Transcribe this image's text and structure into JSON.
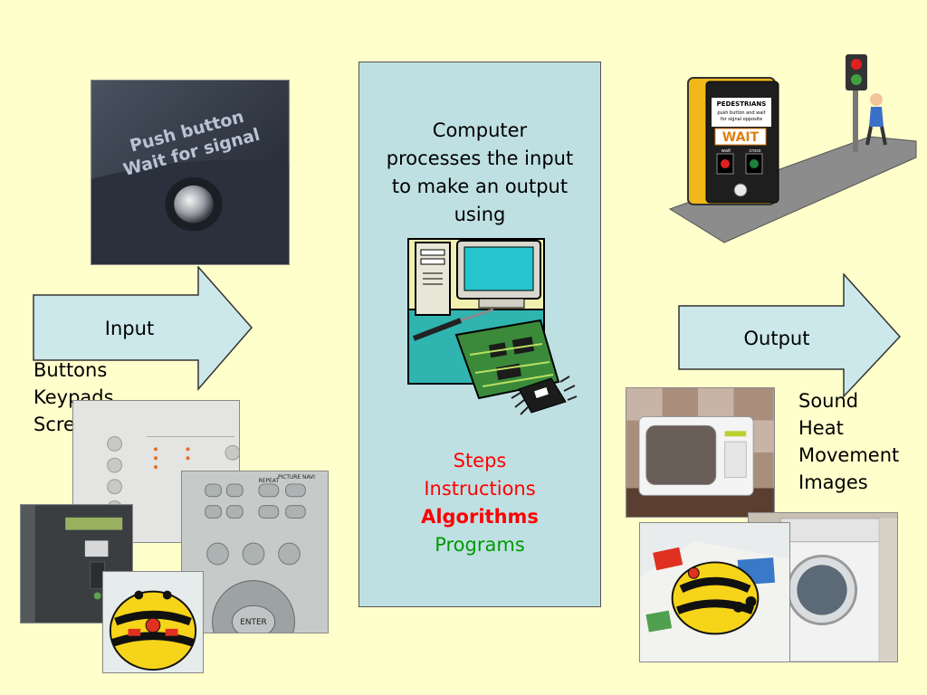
{
  "input": {
    "label": "Input",
    "examples": [
      "Buttons",
      "Keypads",
      "Screens"
    ],
    "photo_button_text": [
      "Push button",
      "Wait for signal"
    ]
  },
  "process": {
    "description": [
      "Computer",
      "processes  the input",
      "to make an output",
      "using"
    ],
    "terms": [
      {
        "text": "Steps",
        "color": "#FF0000",
        "bold": false
      },
      {
        "text": "Instructions",
        "color": "#FF0000",
        "bold": false
      },
      {
        "text": "Algorithms",
        "color": "#FF0000",
        "bold": true
      },
      {
        "text": "Programs",
        "color": "#009900",
        "bold": false
      }
    ]
  },
  "output": {
    "label": "Output",
    "examples": [
      "Sound",
      "Heat",
      "Movement",
      "Images"
    ],
    "sign_text": [
      "PEDESTRIANS",
      "push button and wait",
      "for signal opposite",
      "WAIT",
      "wait",
      "cross"
    ]
  },
  "remote": {
    "labels": [
      "REPEAT",
      "PICTURE NAVI",
      "ENTER"
    ]
  },
  "colors": {
    "background": "#FFFFCC",
    "box_fill": "#BFE0E3",
    "arrow_fill": "#CCE8EA"
  }
}
